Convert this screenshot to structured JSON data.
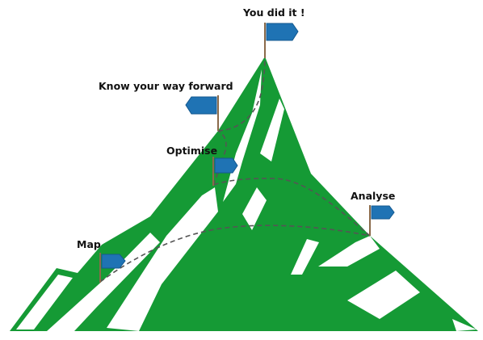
{
  "milestones": {
    "summit": "You did it !",
    "know_your_way_forward": "Know your way forward",
    "optimise": "Optimise",
    "analyse": "Analyse",
    "map": "Map"
  },
  "colors": {
    "mountain": "#159a35",
    "flag": "#1f73b4",
    "flag_edge": "#14598f",
    "pole": "#8a6a4a",
    "path": "#555555",
    "text": "#111111"
  }
}
